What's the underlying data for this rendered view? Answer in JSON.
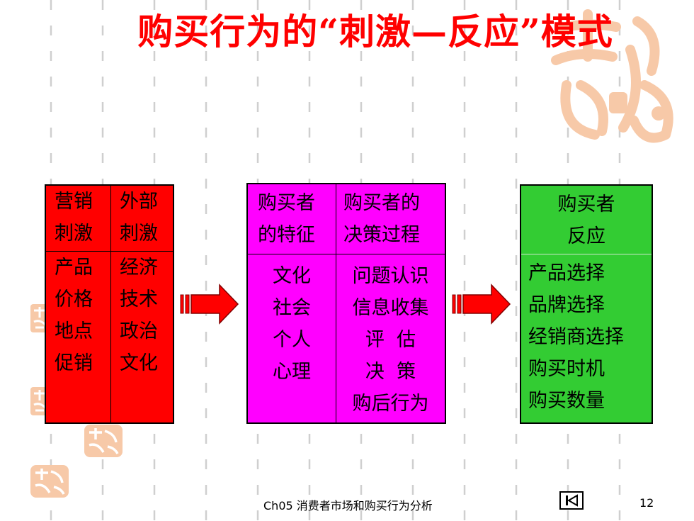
{
  "title": "购买行为的“刺激—反应”模式",
  "stimulus_box": {
    "header": [
      "营销",
      "刺激",
      "外部",
      "刺激"
    ],
    "col1": [
      "产品",
      "价格",
      "地点",
      "促销"
    ],
    "col2": [
      "经济",
      "技术",
      "政治",
      "文化"
    ]
  },
  "buyer_box": {
    "header": [
      "购买者",
      "的特征",
      "购买者的",
      "决策过程"
    ],
    "col1": [
      "文化",
      "社会",
      "个人",
      "心理"
    ],
    "col2": [
      "问题认识",
      "信息收集",
      "评  估",
      "决  策",
      "购后行为"
    ]
  },
  "response_box": {
    "header": [
      "购买者",
      "反应"
    ],
    "items": [
      "产品选择",
      "品牌选择",
      "经销商选择",
      "购买时机",
      "购买数量"
    ]
  },
  "footer": {
    "text": "Ch05 消费者市场和购买行为分析",
    "page": "12"
  },
  "colors": {
    "title": "#ff0000",
    "stimulus": "#ff0000",
    "buyer": "#ff00ff",
    "response": "#33cc33",
    "seal": "#f7c9a8"
  }
}
